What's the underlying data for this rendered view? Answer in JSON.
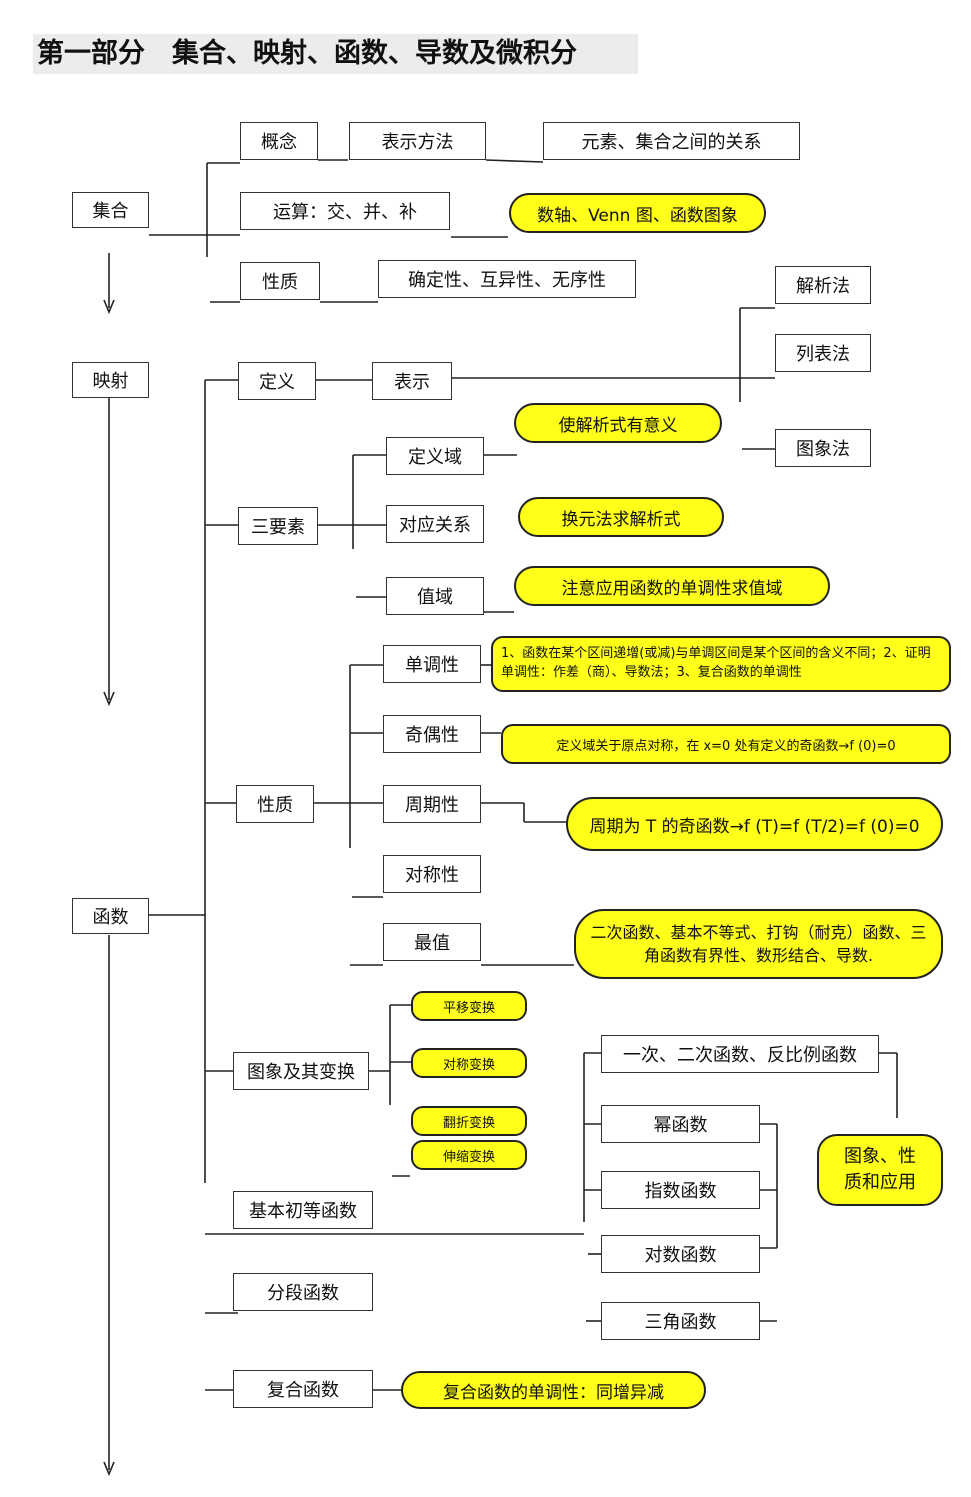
{
  "title": "第一部分　集合、映射、函数、导数及微积分",
  "main_nodes": {
    "jihe": "集合",
    "yingshe": "映射",
    "hanshu": "函数"
  },
  "set_branch": {
    "gainian": "概念",
    "biaoshi_fangfa": "表示方法",
    "yuansu_guanxi": "元素、集合之间的关系",
    "yunsuan": "运算：交、并、补",
    "shuzhou": "数轴、Venn 图、函数图象",
    "xingzhi": "性质",
    "xingzhi_detail": "确定性、互异性、无序性"
  },
  "representation": {
    "jiexi": "解析法",
    "liebiao": "列表法",
    "tuxiang": "图象法"
  },
  "function_def": {
    "dingyi": "定义",
    "biaoshi": "表示",
    "sanyaosu": "三要素",
    "dingyiyu": "定义域",
    "dingyiyu_note": "使解析式有意义",
    "duiying": "对应关系",
    "duiying_note": "换元法求解析式",
    "zhiyu": "值域",
    "zhiyu_note": "注意应用函数的单调性求值域"
  },
  "properties": {
    "xingzhi": "性质",
    "dandiao": "单调性",
    "dandiao_note": "1、函数在某个区间递增(或减)与单调区间是某个区间的含义不同；2、证明单调性：作差（商）、导数法；3、复合函数的单调性",
    "jiou": "奇偶性",
    "jiou_note": "定义域关于原点对称，在 x=0 处有定义的奇函数→f (0)=0",
    "zhouqi": "周期性",
    "zhouqi_note": "周期为 T 的奇函数→f (T)=f (T/2)=f (0)=0",
    "duicheng": "对称性",
    "zuizhi": "最值",
    "zuizhi_note": "二次函数、基本不等式、打钩（耐克）函数、三角函数有界性、数形结合、导数."
  },
  "graph_transform": {
    "label": "图象及其变换",
    "pingyi": "平移变换",
    "duicheng": "对称变换",
    "fanzhe": "翻折变换",
    "shensuo": "伸缩变换"
  },
  "elementary": {
    "label": "基本初等函数",
    "yici": "一次、二次函数、反比例函数",
    "mi": "幂函数",
    "zhishu": "指数函数",
    "duishu": "对数函数",
    "sanjiao": "三角函数",
    "application": "图象、性质和应用"
  },
  "fenduan": "分段函数",
  "fuhe": "复合函数",
  "fuhe_note": "复合函数的单调性：同增异减"
}
